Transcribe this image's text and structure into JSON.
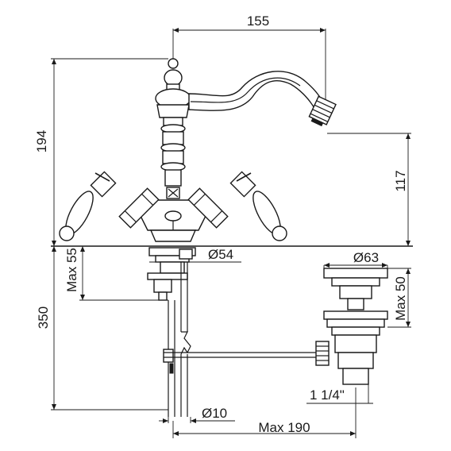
{
  "drawing": {
    "dimensions": {
      "spout_reach": "155",
      "total_height": "194",
      "spout_height": "117",
      "max_deck_thickness": "Max 55",
      "base_diameter": "Ø54",
      "below_deck_length": "350",
      "drain_top_diameter": "Ø63",
      "drain_max_thickness": "Max 50",
      "drain_thread": "1 1/4\"",
      "tail_diameter": "Ø10",
      "max_rod_length": "Max 190"
    }
  }
}
